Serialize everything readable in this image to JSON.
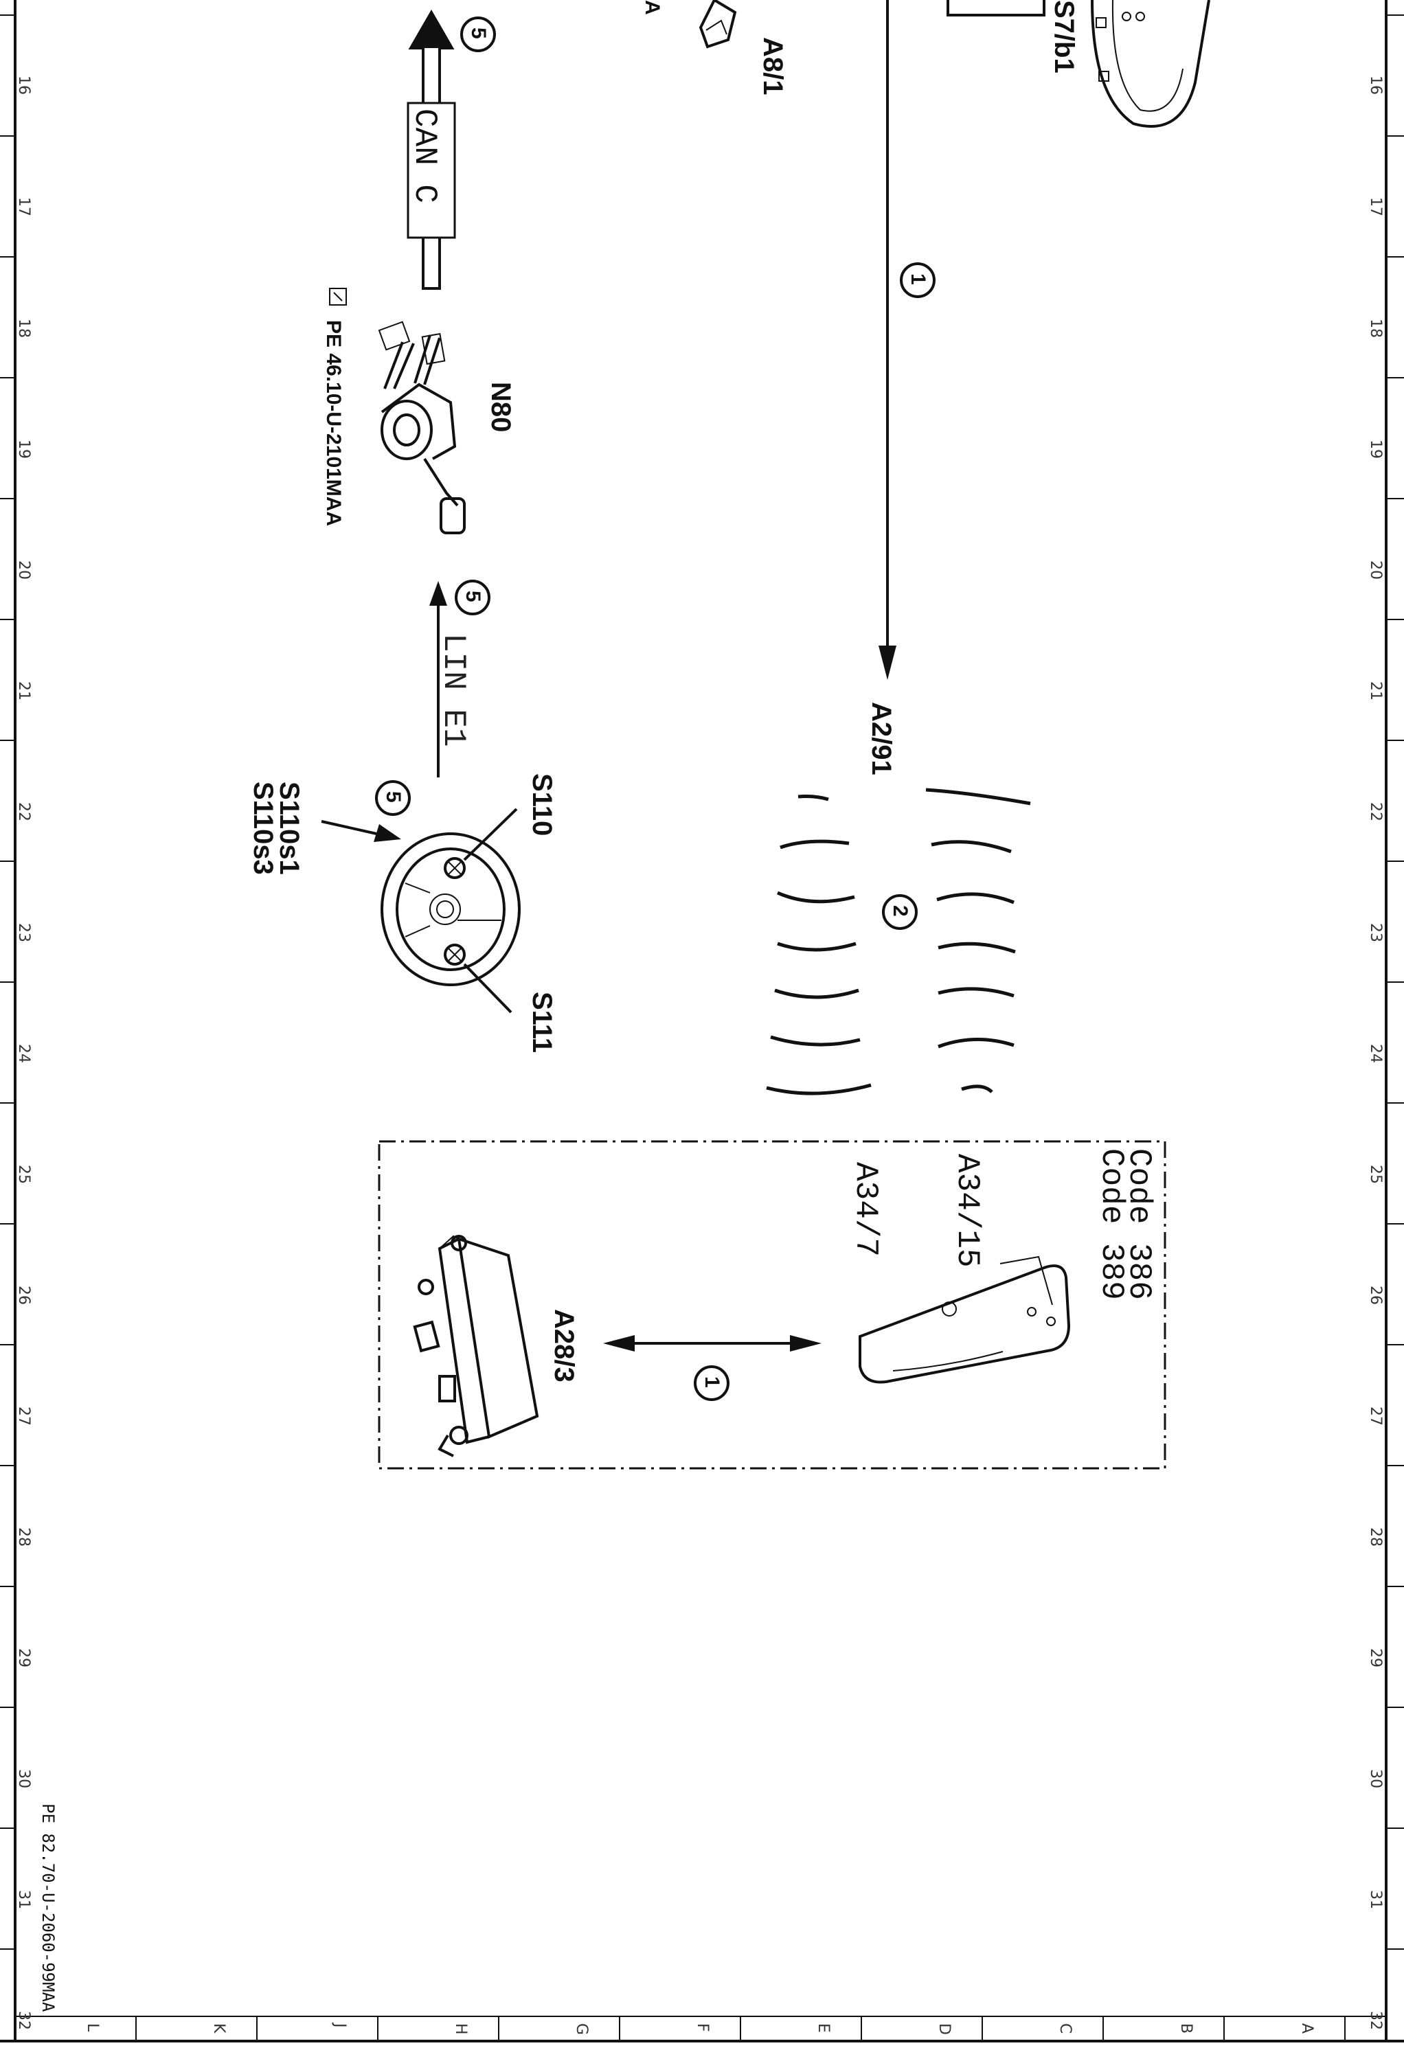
{
  "drawing": {
    "reference_bottom": "PE 82.70-U-2060-99MAA",
    "reference_n80": "PE 46.10-U-2101MAA"
  },
  "frame": {
    "column_numbers": [
      "16",
      "17",
      "18",
      "19",
      "20",
      "21",
      "22",
      "23",
      "24",
      "25",
      "26",
      "27",
      "28",
      "29",
      "30",
      "31",
      "32"
    ],
    "row_letters": [
      "L",
      "K",
      "J",
      "H",
      "G",
      "F",
      "E",
      "D",
      "C",
      "B",
      "A"
    ]
  },
  "components": {
    "a8_1": "A8/1",
    "s7b1": "S7/b1",
    "n80": "N80",
    "a2_91": "A2/91",
    "s110": "S110",
    "s111": "S111",
    "s110s1": "S110s1",
    "s110s3": "S110s3",
    "a34_15": "A34/15",
    "a34_7": "A34/7",
    "a28_3": "A28/3",
    "code_386": "Code 386",
    "code_389": "Code 389",
    "partial_a": "A"
  },
  "buses": {
    "can_c": "CAN C",
    "lin_e1": "LIN E1"
  },
  "markers": {
    "m1": "1",
    "m2": "2",
    "m5": "5"
  }
}
